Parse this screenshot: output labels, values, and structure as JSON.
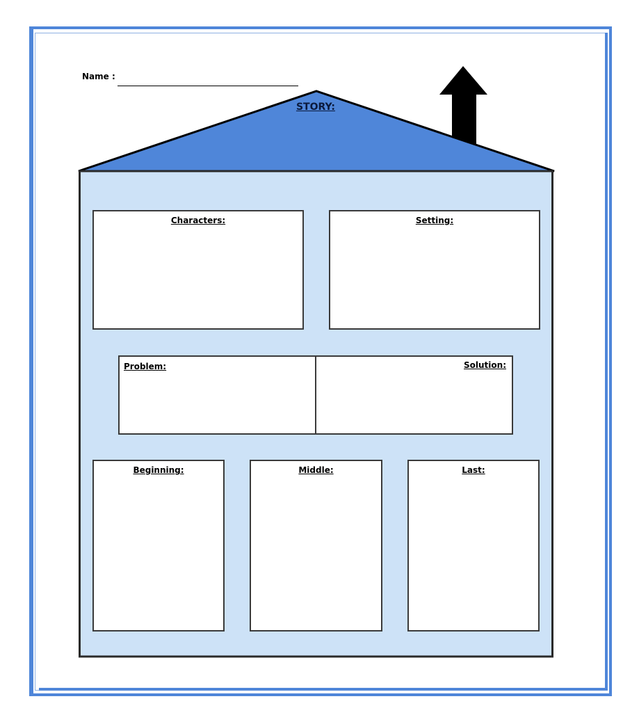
{
  "name_label": "Name :",
  "story_label": "STORY:",
  "colors": {
    "roof": "#4f86d9",
    "wall": "#cde2f7",
    "frame": "#4f86d9",
    "chimney": "#000000"
  },
  "sections": {
    "characters": "Characters:",
    "setting": "Setting:",
    "problem": "Problem:",
    "solution": "Solution:",
    "beginning": "Beginning:",
    "middle": "Middle:",
    "last": "Last:"
  }
}
